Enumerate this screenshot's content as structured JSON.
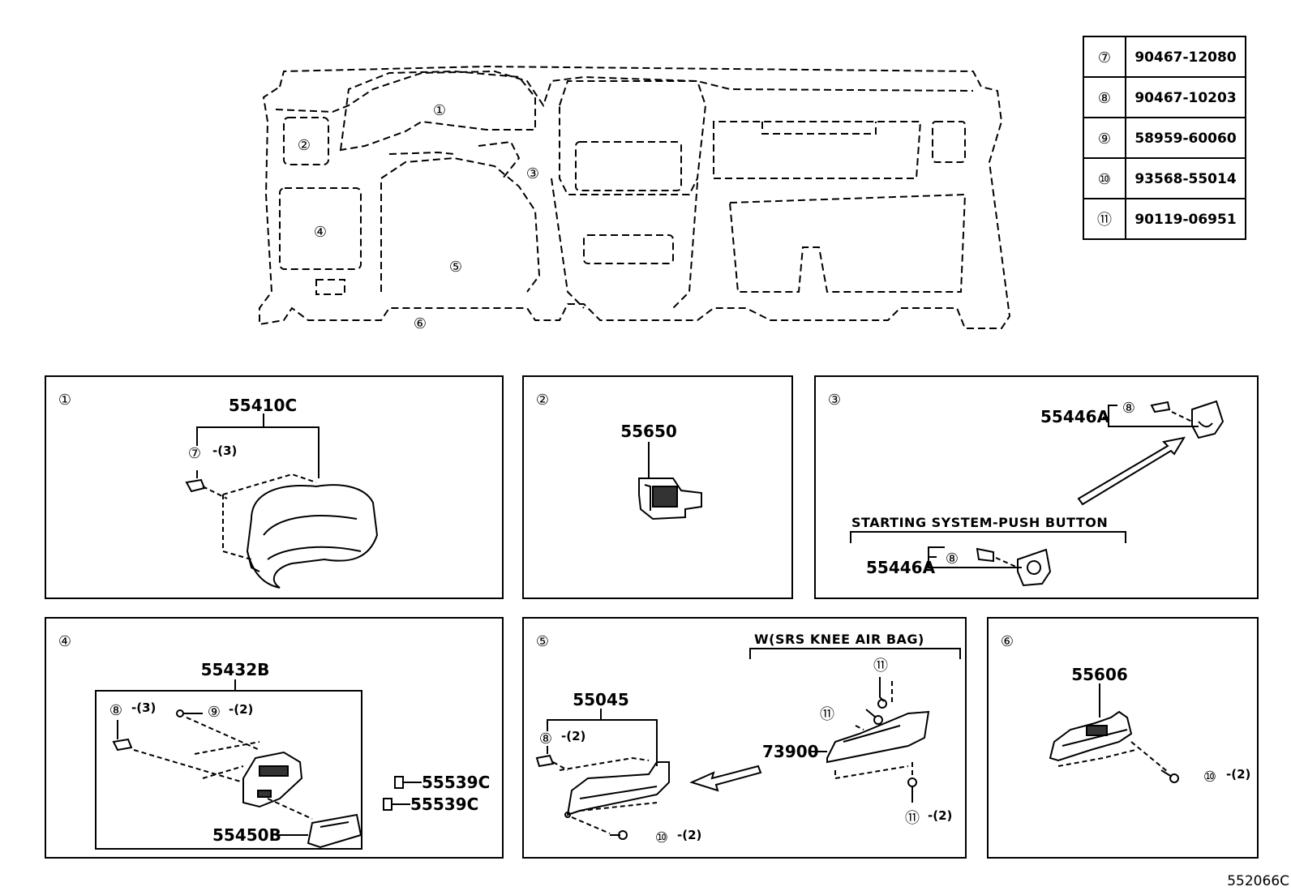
{
  "table": [
    {
      "ref": "⑦",
      "part": "90467-12080"
    },
    {
      "ref": "⑧",
      "part": "90467-10203"
    },
    {
      "ref": "⑨",
      "part": "58959-60060"
    },
    {
      "ref": "⑩",
      "part": "93568-55014"
    },
    {
      "ref": "⑪",
      "part": "90119-06951"
    }
  ],
  "overview": {
    "callouts": [
      "①",
      "②",
      "③",
      "④",
      "⑤",
      "⑥"
    ]
  },
  "panels": {
    "p1": {
      "ref": "①",
      "part": "55410C",
      "fastener_ref": "⑦",
      "fastener_qty": "-(3)"
    },
    "p2": {
      "ref": "②",
      "part": "55650"
    },
    "p3": {
      "ref": "③",
      "part_top": "55446A",
      "part_bottom": "55446A",
      "clip_top": "⑧",
      "clip_bottom": "⑧",
      "caption": "STARTING SYSTEM-PUSH BUTTON"
    },
    "p4": {
      "ref": "④",
      "part": "55432B",
      "clip_ref": "⑧",
      "clip_qty": "-(3)",
      "screw_ref": "⑨",
      "screw_qty": "-(2)",
      "box_part": "55450B",
      "plug1": "55539C",
      "plug2": "55539C"
    },
    "p5": {
      "ref": "⑤",
      "part": "55045",
      "clip_ref": "⑧",
      "clip_qty": "-(2)",
      "screw_ref": "⑩",
      "screw_qty": "-(2)",
      "caption": "W(SRS KNEE AIR BAG)",
      "airbag_part": "73900",
      "bolt_ref_a": "⑪",
      "bolt_ref_b": "⑪",
      "bolt_ref_c": "⑪",
      "bolt_qty": "-(2)"
    },
    "p6": {
      "ref": "⑥",
      "part": "55606",
      "screw_ref": "⑩",
      "screw_qty": "-(2)"
    }
  },
  "figure_id": "552066C"
}
